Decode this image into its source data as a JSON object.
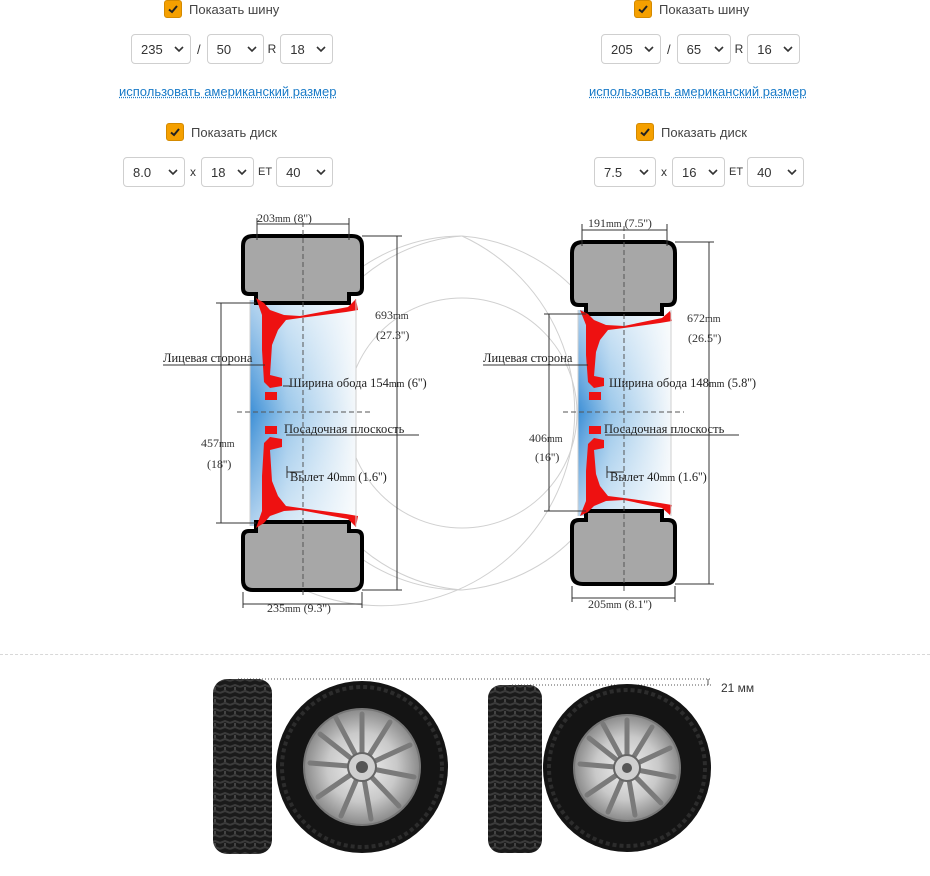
{
  "left": {
    "show_tire": {
      "label": "Показать шину",
      "checked": true
    },
    "tire": {
      "width": "235",
      "sep1": "/",
      "profile": "50",
      "sep2": "R",
      "diameter": "18"
    },
    "american_link": "использовать американский размер",
    "show_rim": {
      "label": "Показать диск",
      "checked": true
    },
    "rim": {
      "width": "8.0",
      "sep1": "x",
      "diameter": "18",
      "sep2": "ET",
      "offset": "40"
    },
    "diagram": {
      "top_width": "203",
      "top_width_unit": "mm",
      "top_width_in": "(8'')",
      "outer_diameter": "693",
      "outer_diameter_unit": "mm",
      "outer_diameter_in": "(27.3'')",
      "face_label": "Лицевая сторона",
      "rim_width_label": "Ширина обода",
      "rim_width": "154",
      "rim_width_unit": "mm",
      "rim_width_in": "(6'')",
      "mount_label": "Посадочная плоскость",
      "rim_diameter": "457",
      "rim_diameter_unit": "mm",
      "rim_diameter_in": "(18'')",
      "offset_label": "Вылет",
      "offset": "40",
      "offset_unit": "mm",
      "offset_in": "(1.6'')",
      "bottom_width": "235",
      "bottom_width_unit": "mm",
      "bottom_width_in": "(9.3'')"
    }
  },
  "right": {
    "show_tire": {
      "label": "Показать шину",
      "checked": true
    },
    "tire": {
      "width": "205",
      "sep1": "/",
      "profile": "65",
      "sep2": "R",
      "diameter": "16"
    },
    "american_link": "использовать американский размер",
    "show_rim": {
      "label": "Показать диск",
      "checked": true
    },
    "rim": {
      "width": "7.5",
      "sep1": "x",
      "diameter": "16",
      "sep2": "ET",
      "offset": "40"
    },
    "diagram": {
      "top_width": "191",
      "top_width_unit": "mm",
      "top_width_in": "(7.5'')",
      "outer_diameter": "672",
      "outer_diameter_unit": "mm",
      "outer_diameter_in": "(26.5'')",
      "face_label": "Лицевая сторона",
      "rim_width_label": "Ширина обода",
      "rim_width": "148",
      "rim_width_unit": "mm",
      "rim_width_in": "(5.8'')",
      "mount_label": "Посадочная плоскость",
      "rim_diameter": "406",
      "rim_diameter_unit": "mm",
      "rim_diameter_in": "(16'')",
      "offset_label": "Вылет",
      "offset": "40",
      "offset_unit": "mm",
      "offset_in": "(1.6'')",
      "bottom_width": "205",
      "bottom_width_unit": "mm",
      "bottom_width_in": "(8.1'')"
    }
  },
  "comparison": {
    "diff_label": "21 мм"
  },
  "colors": {
    "accent": "#f5a000",
    "link": "#1a7bc8",
    "rim_red": "#ee1111",
    "tire_grey": "#a0a0a0",
    "rim_blue": "#6fb0e0"
  }
}
